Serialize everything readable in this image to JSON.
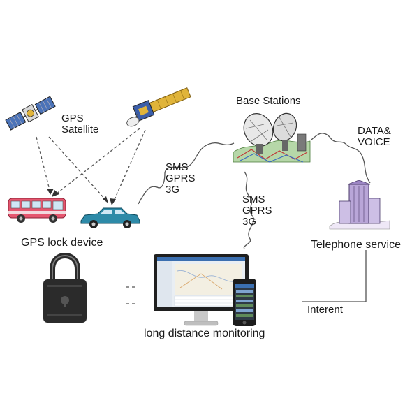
{
  "labels": {
    "gps_satellite": "GPS\nSatellite",
    "base_stations": "Base Stations",
    "data_voice": "DATA&\nVOICE",
    "sms_car": "SMS\nGPRS\n3G",
    "sms_base": "SMS\nGPRS\n3G",
    "gps_lock_device": "GPS lock device",
    "telephone_service": "Telephone service",
    "internet": "Interent",
    "long_distance_monitoring": "long distance monitoring"
  },
  "colors": {
    "line": "#555555",
    "bus": "#e5566f",
    "car": "#2d8aa8",
    "satellite_panel": "#4b73b8",
    "satellite_gold": "#e0b43a",
    "lock_body": "#2b2b2b",
    "building": "#b9a6d8"
  },
  "icons": {
    "satellite_1": "satellite-icon",
    "satellite_2": "satellite-icon",
    "base_station": "satellite-dish-icon",
    "bus": "bus-icon",
    "car": "car-icon",
    "lock": "padlock-icon",
    "building": "office-building-icon",
    "monitor": "desktop-monitor-icon",
    "phone": "smartphone-icon"
  }
}
